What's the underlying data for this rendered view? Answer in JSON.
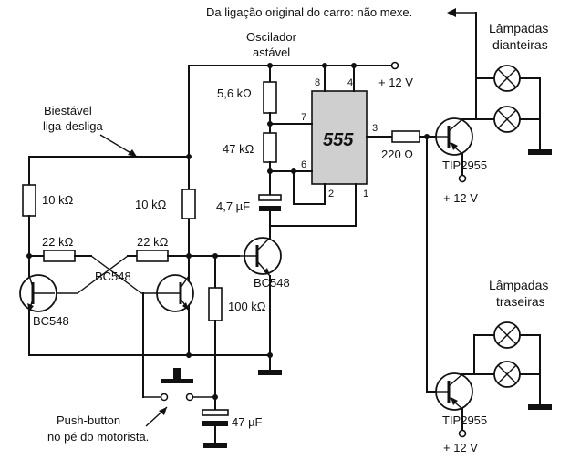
{
  "labels": {
    "top_note": "Da ligação original do carro: não mexe.",
    "oscillator_line1": "Oscilador",
    "oscillator_line2": "astável",
    "bistable_line1": "Biestável",
    "bistable_line2": "liga-desliga",
    "front_lamps_line1": "Lâmpadas",
    "front_lamps_line2": "dianteiras",
    "rear_lamps_line1": "Lâmpadas",
    "rear_lamps_line2": "traseiras",
    "pushbutton_line1": "Push-button",
    "pushbutton_line2": "no pé do motorista."
  },
  "supply": {
    "top": "+ 12 V",
    "tip_top": "+ 12 V",
    "tip_bottom": "+ 12 V"
  },
  "ic": {
    "name": "555",
    "pins": [
      "8",
      "4",
      "7",
      "6",
      "2",
      "1",
      "3"
    ]
  },
  "components": {
    "r_5k6": "5,6 kΩ",
    "r_47k": "47 kΩ",
    "c_4u7": "4,7 µF",
    "r_10k_left": "10 kΩ",
    "r_10k_mid": "10 kΩ",
    "r_22k_left": "22 kΩ",
    "r_22k_right": "22 kΩ",
    "r_100k": "100 kΩ",
    "c_47u": "47 µF",
    "r_220": "220 Ω",
    "q_left": "BC548",
    "q_mid": "BC548",
    "q_driver": "BC548",
    "q_tip_top": "TIP2955",
    "q_tip_bottom": "TIP2955"
  }
}
